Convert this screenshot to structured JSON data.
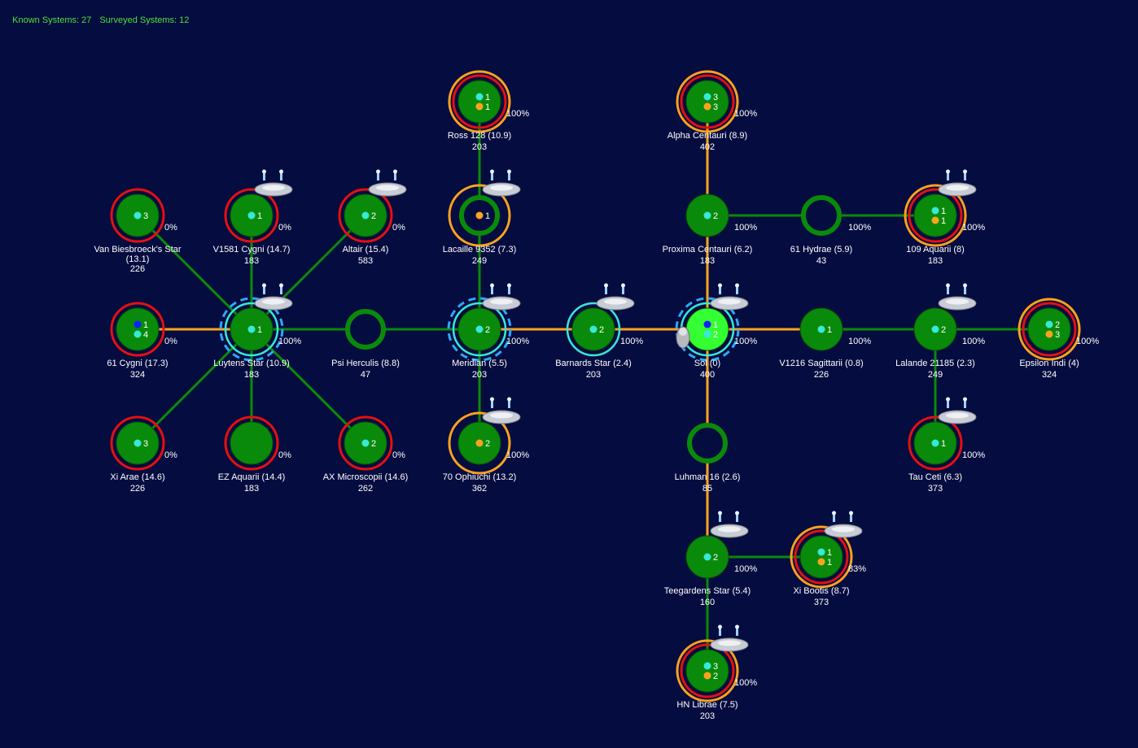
{
  "status": {
    "known": "Known Systems: 27",
    "surveyed": "Surveyed Systems: 12"
  },
  "colors": {
    "background": "#050c3f",
    "green": "#0a8a0a",
    "orange": "#ffa21f",
    "red": "#e41010",
    "cyan": "#38e8d8",
    "dash": "#2fa8ff",
    "sol": "#33ff33"
  },
  "systems": [
    {
      "name": "Ross 128  (10.9)",
      "num": "203",
      "row": 0,
      "col": 4,
      "a": "1",
      "b": "1",
      "pct": "100%",
      "rings": "ro",
      "ship": false
    },
    {
      "name": "Alpha Centauri  (8.9)",
      "num": "402",
      "row": 0,
      "col": 6,
      "a": "3",
      "b": "3",
      "pct": "100%",
      "rings": "ro",
      "ship": false
    },
    {
      "name": "Van Biesbroeck's Star",
      "name2": "(13.1)",
      "num": "226",
      "row": 1,
      "col": 1,
      "a": "3",
      "pct": "0%",
      "rings": "r",
      "ship": false
    },
    {
      "name": "V1581 Cygni  (14.7)",
      "num": "183",
      "row": 1,
      "col": 2,
      "a": "1",
      "pct": "0%",
      "rings": "r",
      "ship": true
    },
    {
      "name": "Altair  (15.4)",
      "num": "583",
      "row": 1,
      "col": 3,
      "a": "2",
      "pct": "0%",
      "rings": "r",
      "ship": true
    },
    {
      "name": "Lacaille 9352  (7.3)",
      "num": "249",
      "row": 1,
      "col": 4,
      "b": "1",
      "rings": "o",
      "ship": true,
      "hollow": true
    },
    {
      "name": "Proxima Centauri  (6.2)",
      "num": "183",
      "row": 1,
      "col": 6,
      "a": "2",
      "pct": "100%",
      "ship": false
    },
    {
      "name": "61 Hydrae  (5.9)",
      "num": "43",
      "row": 1,
      "col": 7,
      "pct": "100%",
      "ship": false,
      "hollow": true
    },
    {
      "name": "109 Aquarii  (8)",
      "num": "183",
      "row": 1,
      "col": 8,
      "a": "1",
      "b": "1",
      "pct": "100%",
      "rings": "ro",
      "ship": true
    },
    {
      "name": "61 Cygni  (17.3)",
      "num": "324",
      "row": 2,
      "col": 1,
      "c": "1",
      "a": "4",
      "pct": "0%",
      "rings": "r",
      "ship": false
    },
    {
      "name": "Luytens Star  (10.9)",
      "num": "183",
      "row": 2,
      "col": 2,
      "a": "1",
      "pct": "100%",
      "rings": "cd",
      "ship": true
    },
    {
      "name": "Psi Herculis  (8.8)",
      "num": "47",
      "row": 2,
      "col": 3,
      "ship": false,
      "hollow": true
    },
    {
      "name": "Meridian  (5.5)",
      "num": "203",
      "row": 2,
      "col": 4,
      "a": "2",
      "pct": "100%",
      "rings": "cd",
      "ship": true
    },
    {
      "name": "Barnards Star  (2.4)",
      "num": "203",
      "row": 2,
      "col": 5,
      "a": "2",
      "pct": "100%",
      "rings": "c",
      "ship": true
    },
    {
      "name": "Sol  (0)",
      "num": "400",
      "row": 2,
      "col": 6,
      "c": "1",
      "a": "2",
      "pct": "100%",
      "rings": "cd",
      "ship": true,
      "sol": true
    },
    {
      "name": "V1216 Sagittarii  (0.8)",
      "num": "226",
      "row": 2,
      "col": 7,
      "a": "1",
      "pct": "100%",
      "ship": false
    },
    {
      "name": "Lalande 21185  (2.3)",
      "num": "249",
      "row": 2,
      "col": 8,
      "a": "2",
      "pct": "100%",
      "ship": true
    },
    {
      "name": "Epsilon Indi  (4)",
      "num": "324",
      "row": 2,
      "col": 9,
      "a": "2",
      "b": "3",
      "pct": "100%",
      "rings": "ro",
      "ship": false
    },
    {
      "name": "Xi Arae  (14.6)",
      "num": "226",
      "row": 3,
      "col": 1,
      "a": "3",
      "pct": "0%",
      "rings": "r",
      "ship": false
    },
    {
      "name": "EZ Aquarii  (14.4)",
      "num": "183",
      "row": 3,
      "col": 2,
      "pct": "0%",
      "rings": "r",
      "ship": false
    },
    {
      "name": "AX Microscopii  (14.6)",
      "num": "262",
      "row": 3,
      "col": 3,
      "a": "2",
      "pct": "0%",
      "rings": "r",
      "ship": false
    },
    {
      "name": "70 Ophiuchi  (13.2)",
      "num": "362",
      "row": 3,
      "col": 4,
      "b": "2",
      "pct": "100%",
      "rings": "o",
      "ship": true
    },
    {
      "name": "Luhman 16  (2.6)",
      "num": "85",
      "row": 3,
      "col": 6,
      "ship": false,
      "hollow": true
    },
    {
      "name": "Tau Ceti  (6.3)",
      "num": "373",
      "row": 3,
      "col": 8,
      "a": "1",
      "pct": "100%",
      "rings": "r",
      "ship": true
    },
    {
      "name": "Teegardens Star  (5.4)",
      "num": "160",
      "row": 4,
      "col": 6,
      "a": "2",
      "pct": "100%",
      "ship": true
    },
    {
      "name": "Xi Bootis  (8.7)",
      "num": "373",
      "row": 4,
      "col": 7,
      "a": "1",
      "b": "1",
      "pct": "83%",
      "rings": "ro",
      "ship": true
    },
    {
      "name": "HN Librae  (7.5)",
      "num": "203",
      "row": 5,
      "col": 6,
      "a": "3",
      "b": "2",
      "pct": "100%",
      "rings": "ro",
      "ship": true
    }
  ],
  "links": [
    [
      "Luytens Star  (10.9)",
      "Van Biesbroeck's Star",
      "g"
    ],
    [
      "Luytens Star  (10.9)",
      "V1581 Cygni  (14.7)",
      "g"
    ],
    [
      "Luytens Star  (10.9)",
      "Altair  (15.4)",
      "g"
    ],
    [
      "Luytens Star  (10.9)",
      "61 Cygni  (17.3)",
      "o"
    ],
    [
      "Luytens Star  (10.9)",
      "Xi Arae  (14.6)",
      "g"
    ],
    [
      "Luytens Star  (10.9)",
      "EZ Aquarii  (14.4)",
      "g"
    ],
    [
      "Luytens Star  (10.9)",
      "AX Microscopii  (14.6)",
      "g"
    ],
    [
      "Luytens Star  (10.9)",
      "Psi Herculis  (8.8)",
      "g"
    ],
    [
      "Psi Herculis  (8.8)",
      "Meridian  (5.5)",
      "g"
    ],
    [
      "Meridian  (5.5)",
      "Lacaille 9352  (7.3)",
      "g"
    ],
    [
      "Lacaille 9352  (7.3)",
      "Ross 128  (10.9)",
      "g"
    ],
    [
      "Meridian  (5.5)",
      "70 Ophiuchi  (13.2)",
      "g"
    ],
    [
      "Meridian  (5.5)",
      "Barnards Star  (2.4)",
      "o"
    ],
    [
      "Barnards Star  (2.4)",
      "Sol  (0)",
      "o"
    ],
    [
      "Sol  (0)",
      "Proxima Centauri  (6.2)",
      "o"
    ],
    [
      "Proxima Centauri  (6.2)",
      "Alpha Centauri  (8.9)",
      "o"
    ],
    [
      "Proxima Centauri  (6.2)",
      "61 Hydrae  (5.9)",
      "g"
    ],
    [
      "61 Hydrae  (5.9)",
      "109 Aquarii  (8)",
      "g"
    ],
    [
      "Sol  (0)",
      "V1216 Sagittarii  (0.8)",
      "o"
    ],
    [
      "V1216 Sagittarii  (0.8)",
      "Lalande 21185  (2.3)",
      "g"
    ],
    [
      "Lalande 21185  (2.3)",
      "Epsilon Indi  (4)",
      "g"
    ],
    [
      "Lalande 21185  (2.3)",
      "Tau Ceti  (6.3)",
      "g"
    ],
    [
      "Sol  (0)",
      "Luhman 16  (2.6)",
      "o"
    ],
    [
      "Luhman 16  (2.6)",
      "Teegardens Star  (5.4)",
      "o"
    ],
    [
      "Teegardens Star  (5.4)",
      "Xi Bootis  (8.7)",
      "g"
    ],
    [
      "Teegardens Star  (5.4)",
      "HN Librae  (7.5)",
      "g"
    ]
  ]
}
